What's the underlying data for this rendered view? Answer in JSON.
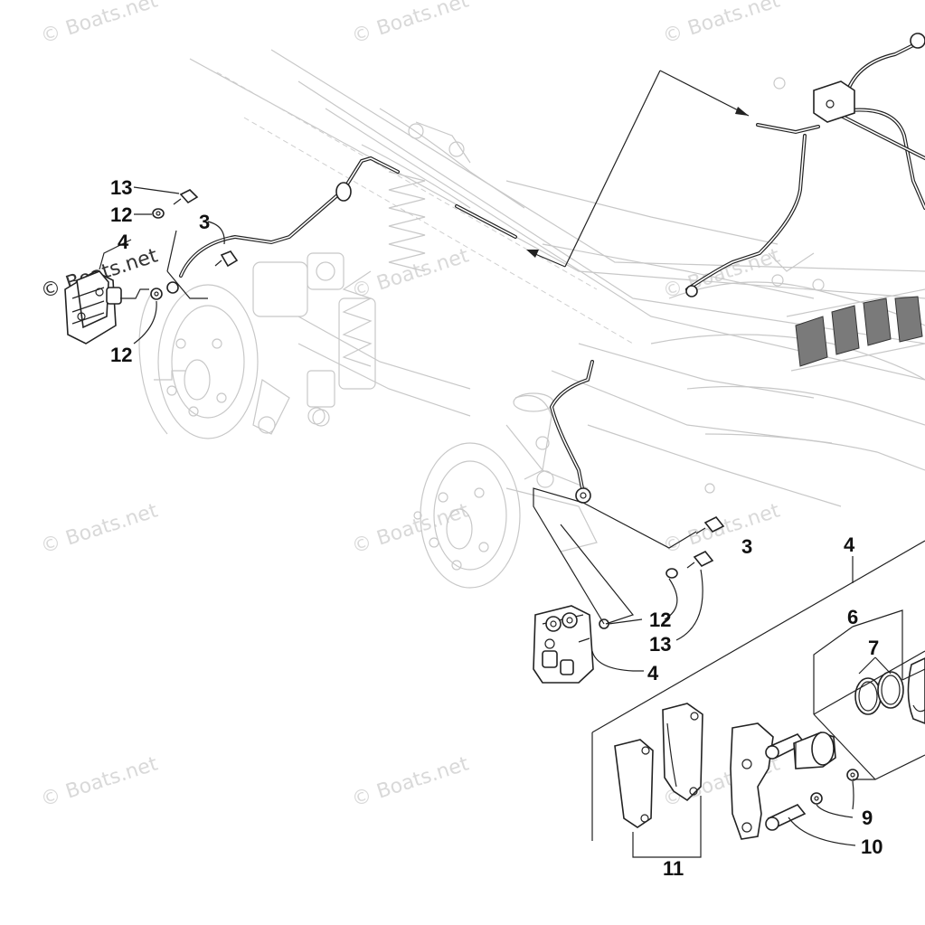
{
  "watermark": "© Boats.net",
  "callouts": {
    "c13_top": "13",
    "c12_top": "12",
    "c3_top": "3",
    "c4_top": "4",
    "c12_mid": "12",
    "c3_right": "3",
    "c12_right": "12",
    "c13_right": "13",
    "c4_right": "4",
    "c4_group": "4",
    "c6": "6",
    "c7": "7",
    "c9": "9",
    "c10": "10",
    "c11": "11"
  }
}
